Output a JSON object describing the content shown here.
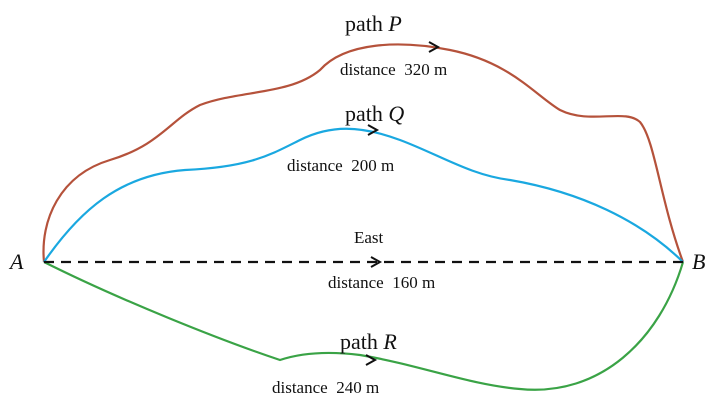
{
  "points": {
    "start": "A",
    "end": "B"
  },
  "direction_label": "East",
  "paths": [
    {
      "id": "P",
      "prefix": "path",
      "name": "P",
      "distance": "distance  320 m",
      "color": "#b5523b"
    },
    {
      "id": "Q",
      "prefix": "path",
      "name": "Q",
      "distance": "distance  200 m",
      "color": "#1aa8e0"
    },
    {
      "id": "R",
      "prefix": "path",
      "name": "R",
      "distance": "distance  240 m",
      "color": "#3aa346"
    }
  ],
  "direct": {
    "distance": "distance  160 m",
    "color": "#111111",
    "style": "dashed"
  }
}
